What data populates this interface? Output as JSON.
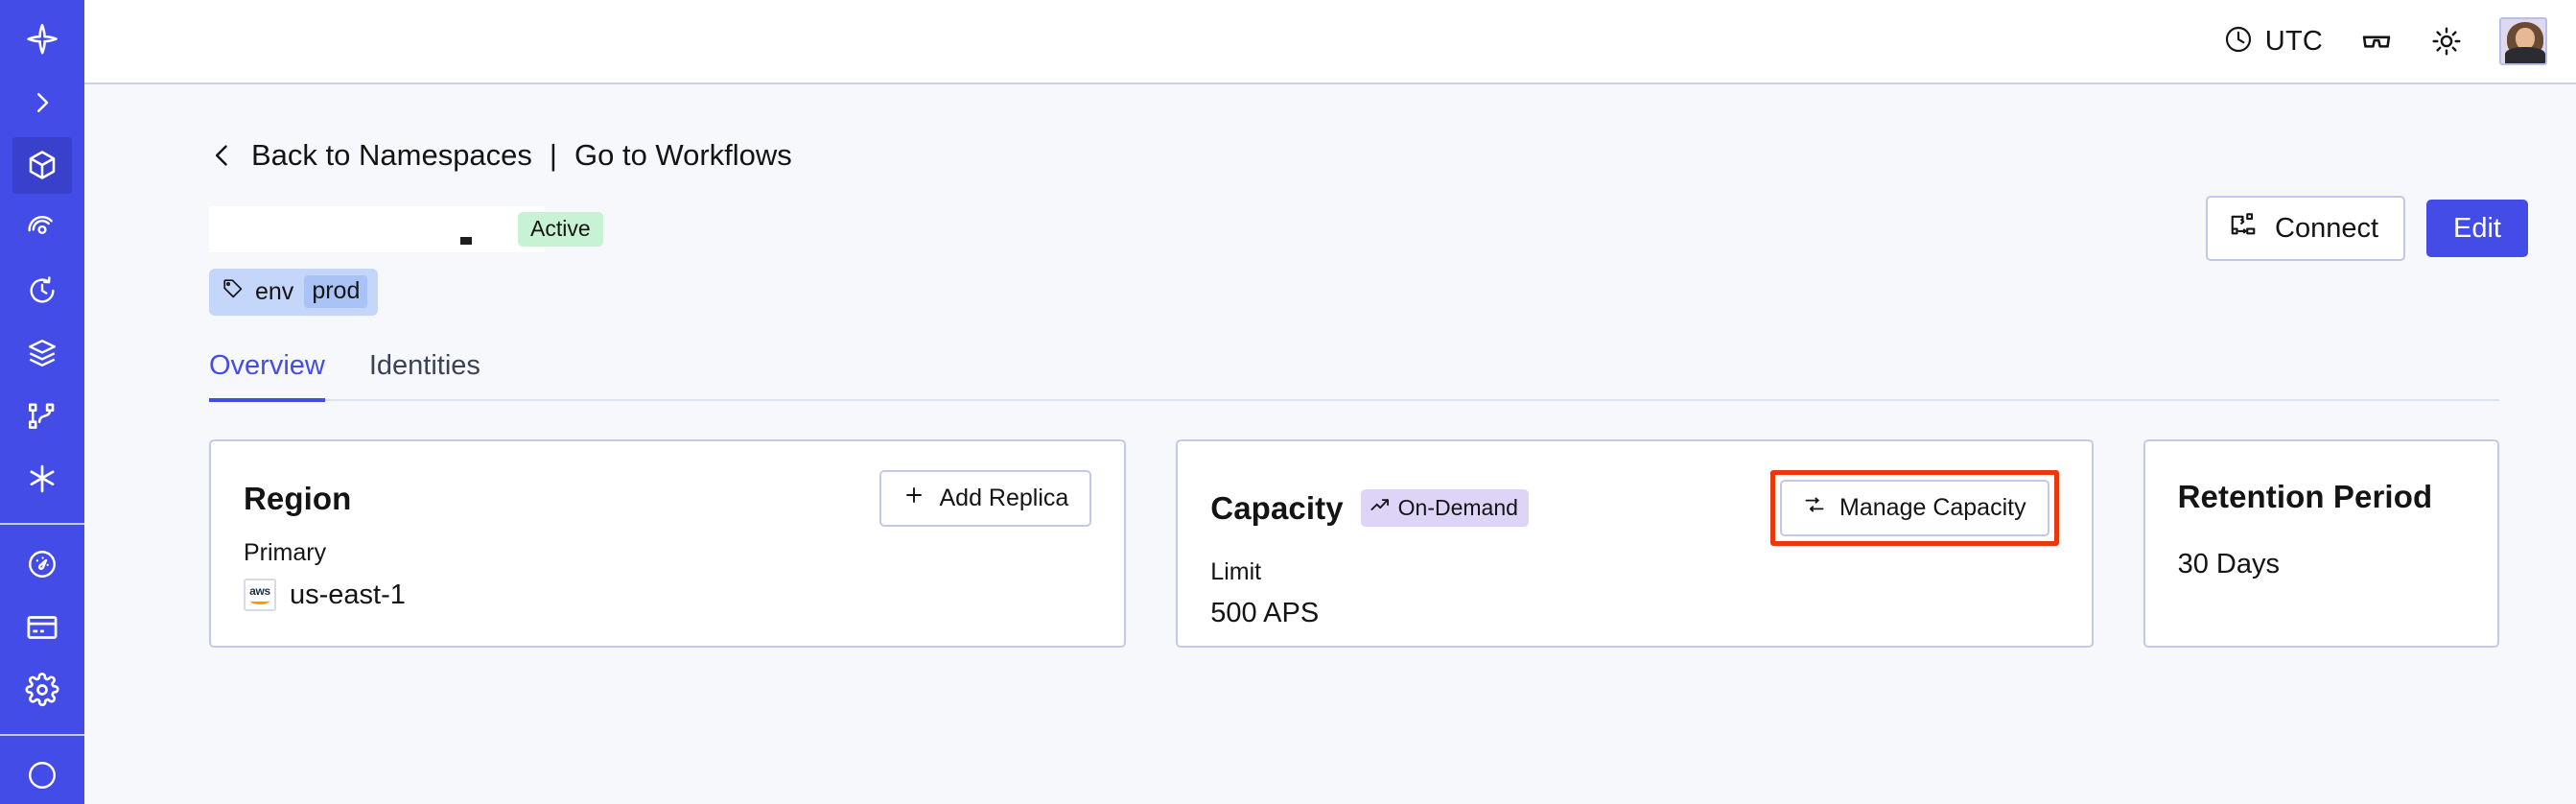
{
  "sidebar": {
    "items": [
      {
        "name": "temporal-logo-icon",
        "label": "Temporal"
      },
      {
        "name": "expand-sidebar-icon",
        "label": "Expand"
      },
      {
        "name": "namespaces-icon",
        "label": "Namespaces"
      },
      {
        "name": "observability-icon",
        "label": "Observability"
      },
      {
        "name": "schedules-icon",
        "label": "Schedules"
      },
      {
        "name": "batch-operations-icon",
        "label": "Batch Operations"
      },
      {
        "name": "nexus-icon",
        "label": "Nexus"
      },
      {
        "name": "worker-icon",
        "label": "Workers"
      },
      {
        "name": "usage-icon",
        "label": "Usage"
      },
      {
        "name": "billing-icon",
        "label": "Billing"
      },
      {
        "name": "settings-icon",
        "label": "Settings"
      },
      {
        "name": "help-icon",
        "label": "Help"
      }
    ]
  },
  "topbar": {
    "timezone": "UTC",
    "clock_icon": "clock-icon",
    "glasses_icon": "glasses-icon",
    "theme_icon": "sun-icon",
    "avatar": "user-avatar"
  },
  "breadcrumb": {
    "back_icon": "chevron-left-icon",
    "back_label": "Back to Namespaces",
    "separator": "|",
    "workflows_label": "Go to Workflows"
  },
  "header": {
    "namespace_title": "",
    "status": "Active",
    "connect_label": "Connect",
    "connect_icon": "connect-flow-icon",
    "edit_label": "Edit",
    "tag": {
      "icon": "tag-icon",
      "key": "env",
      "value": "prod"
    }
  },
  "tabs": [
    {
      "label": "Overview",
      "selected": true
    },
    {
      "label": "Identities",
      "selected": false
    }
  ],
  "cards": {
    "region": {
      "title": "Region",
      "action_label": "Add Replica",
      "action_icon": "plus-icon",
      "sublabel": "Primary",
      "provider_icon": "aws-logo-icon",
      "provider_text": "aws",
      "value": "us-east-1"
    },
    "capacity": {
      "title": "Capacity",
      "badge_label": "On-Demand",
      "badge_icon": "trending-up-icon",
      "action_label": "Manage Capacity",
      "action_icon": "sliders-icon",
      "action_highlighted": true,
      "sublabel": "Limit",
      "value": "500 APS"
    },
    "retention": {
      "title": "Retention Period",
      "value": "30 Days"
    }
  },
  "colors": {
    "sidebar_bg": "#444ce7",
    "sidebar_active": "#3840cc",
    "accent": "#444ce7",
    "page_bg": "#f7f8fb",
    "card_border": "#c2cae6",
    "status_active_bg": "#c8f2d4",
    "tag_bg": "#c5d6fb",
    "tag_value_bg": "#a9c3f7",
    "badge_demand_bg": "#ddd4f7",
    "highlight_outline": "#e8390e"
  }
}
